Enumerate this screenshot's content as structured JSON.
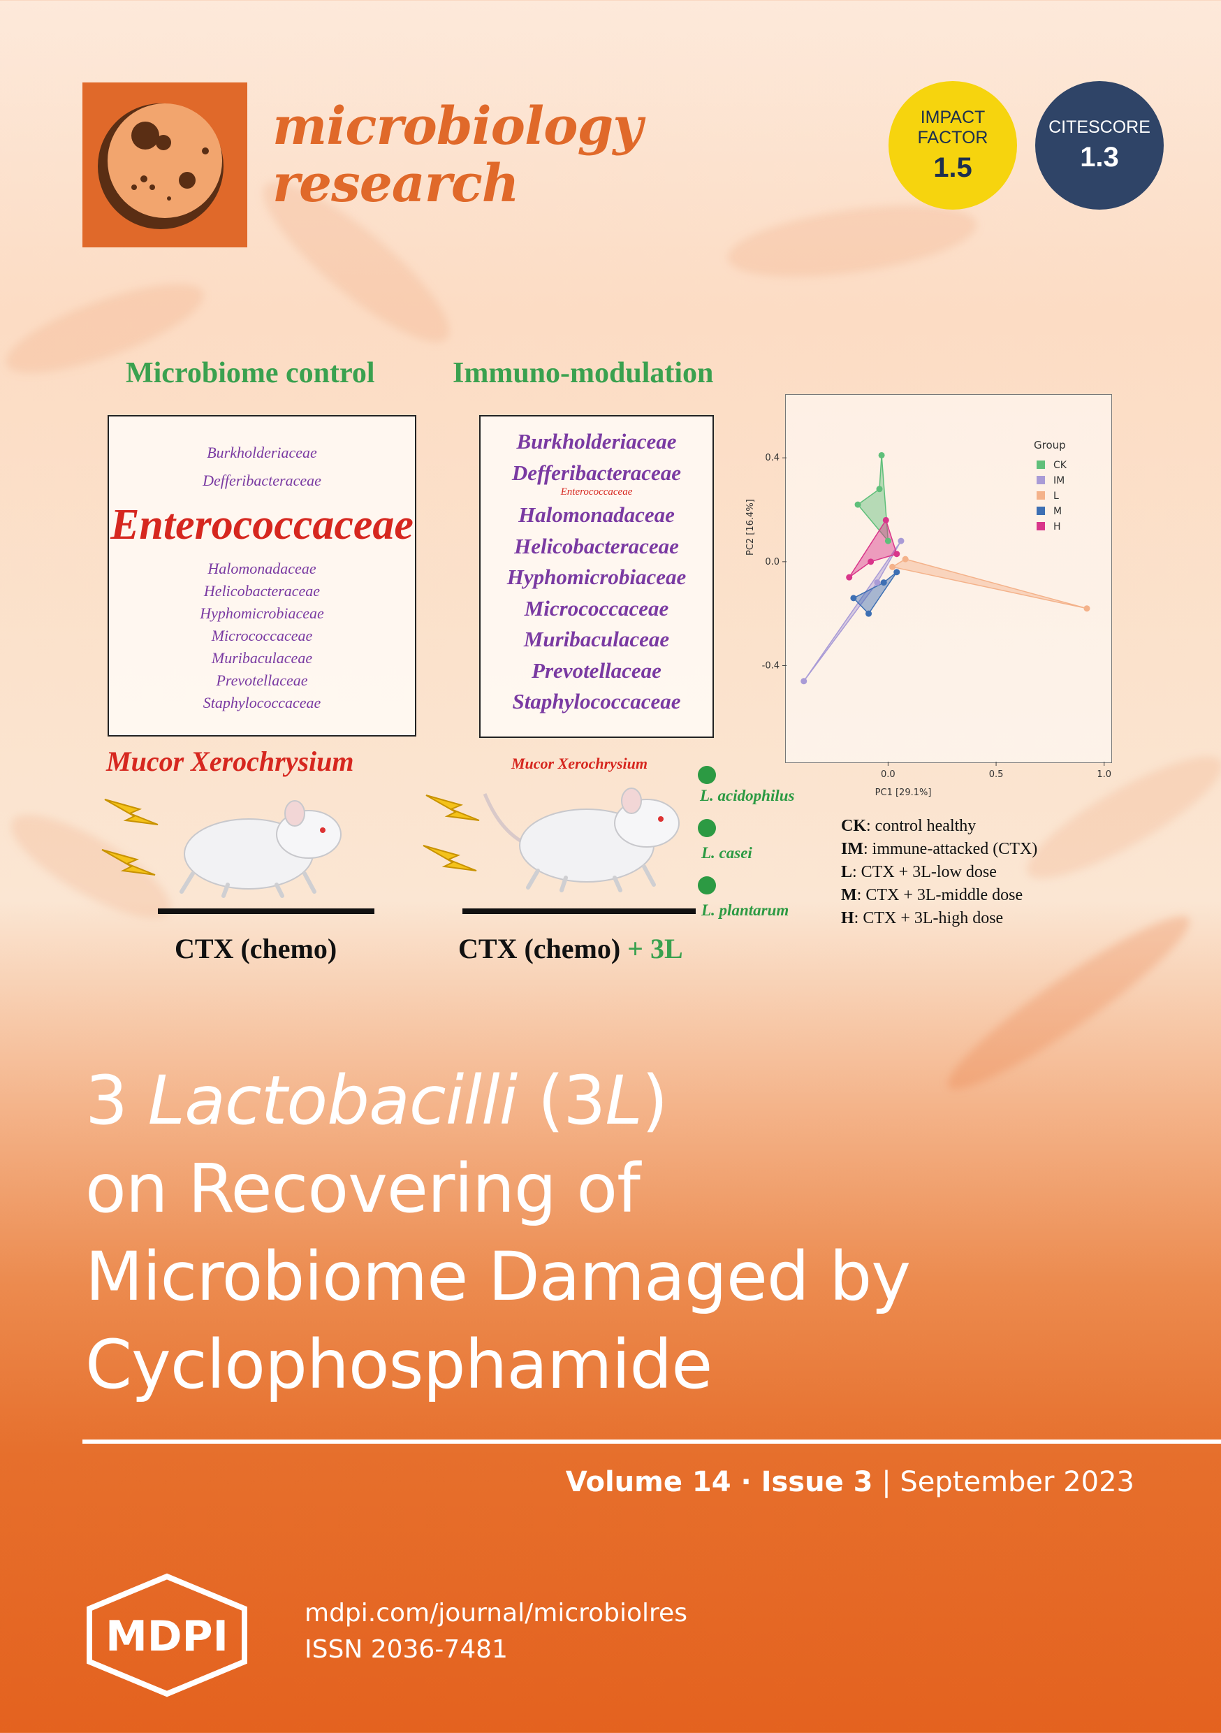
{
  "journal": {
    "name_line1": "microbiology",
    "name_line2": "research",
    "impact_factor_label_1": "IMPACT",
    "impact_factor_label_2": "FACTOR",
    "impact_factor_value": "1.5",
    "citescore_label": "CITESCORE",
    "citescore_value": "1.3"
  },
  "abstract": {
    "heading_left": "Microbiome control",
    "heading_right": "Immuno-modulation",
    "left_panel": {
      "top_families": [
        "Burkholderiaceae",
        "Defferibacteraceae"
      ],
      "highlight": "Enterococcaceae",
      "bottom_families": [
        "Halomonadaceae",
        "Helicobacteraceae",
        "Hyphomicrobiaceae",
        "Micrococcaceae",
        "Muribaculaceae",
        "Prevotellaceae",
        "Staphylococcaceae"
      ]
    },
    "right_panel": {
      "top_families": [
        "Burkholderiaceae",
        "Defferibacteraceae"
      ],
      "small": "Enterococcaceae",
      "bottom_families": [
        "Halomonadaceae",
        "Helicobacteraceae",
        "Hyphomicrobiaceae",
        "Micrococcaceae",
        "Muribaculaceae",
        "Prevotellaceae",
        "Staphylococcaceae"
      ]
    },
    "mucor_left": "Mucor Xerochrysium",
    "mucor_right": "Mucor Xerochrysium",
    "ctx_left": "CTX (chemo)",
    "ctx_right": "CTX (chemo)",
    "ctx_right_suffix": "+ 3L",
    "lactobacilli": [
      "L. acidophilus",
      "L. casei",
      "L. plantarum"
    ],
    "legend_items": [
      {
        "key": "CK",
        "desc": ": control healthy"
      },
      {
        "key": "IM",
        "desc": ": immune-attacked (CTX)"
      },
      {
        "key": "L",
        "desc": ": CTX + 3L-low dose"
      },
      {
        "key": "M",
        "desc": ": CTX + 3L-middle dose"
      },
      {
        "key": "H",
        "desc": ": CTX + 3L-high dose"
      }
    ]
  },
  "chart_data": {
    "type": "scatter",
    "title": "",
    "xlabel": "PC1 [29.1%]",
    "ylabel": "PC2 [16.4%]",
    "x_ticks": [
      "0.0",
      "0.5",
      "1.0"
    ],
    "y_ticks": [
      "0.4",
      "0.0",
      "-0.4"
    ],
    "xlim": [
      -0.47,
      1.03
    ],
    "ylim": [
      -0.77,
      0.64
    ],
    "legend_title": "Group",
    "legend_position": "top-right",
    "series": [
      {
        "name": "CK",
        "color": "#5fbf7a",
        "points": [
          [
            -0.14,
            0.22
          ],
          [
            -0.04,
            0.28
          ],
          [
            -0.03,
            0.41
          ],
          [
            0.0,
            0.08
          ]
        ]
      },
      {
        "name": "IM",
        "color": "#a99bd6",
        "points": [
          [
            -0.39,
            -0.46
          ],
          [
            0.06,
            0.08
          ],
          [
            -0.05,
            -0.08
          ]
        ]
      },
      {
        "name": "L",
        "color": "#f4b28a",
        "points": [
          [
            0.02,
            -0.02
          ],
          [
            0.92,
            -0.18
          ],
          [
            0.08,
            0.01
          ]
        ]
      },
      {
        "name": "M",
        "color": "#3d6fb3",
        "points": [
          [
            -0.16,
            -0.14
          ],
          [
            -0.09,
            -0.2
          ],
          [
            0.04,
            -0.04
          ],
          [
            -0.02,
            -0.08
          ]
        ]
      },
      {
        "name": "H",
        "color": "#d9358a",
        "points": [
          [
            -0.18,
            -0.06
          ],
          [
            -0.01,
            0.16
          ],
          [
            0.04,
            0.03
          ],
          [
            -0.08,
            0.0
          ]
        ]
      }
    ]
  },
  "article": {
    "title_prefix": "3 ",
    "title_italic": "Lactobacilli",
    "title_paren_open": " (3",
    "title_paren_italic": "L",
    "title_paren_close": ")",
    "title_line2": "on Recovering of",
    "title_line3": "Microbiome Damaged by",
    "title_line4": "Cyclophosphamide"
  },
  "issue": {
    "volume": "Volume 14",
    "separator": " · ",
    "issue": "Issue 3",
    "bar": " | ",
    "date": "September 2023"
  },
  "footer": {
    "publisher": "MDPI",
    "url": "mdpi.com/journal/microbiolres",
    "issn": "ISSN 2036-7481"
  }
}
